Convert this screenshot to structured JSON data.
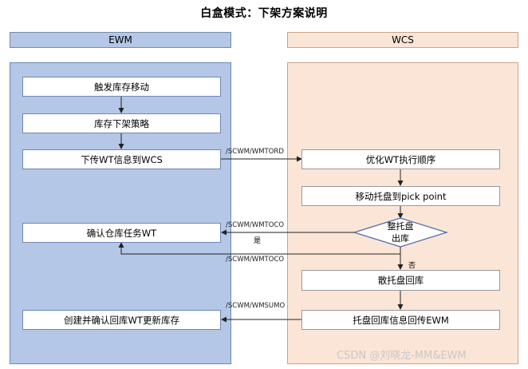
{
  "title": "白盒模式：下架方案说明",
  "lanes": {
    "ewm": "EWM",
    "wcs": "WCS"
  },
  "ewm_steps": [
    "触发库存移动",
    "库存下架策略",
    "下传WT信息到WCS",
    "确认仓库任务WT",
    "创建并确认回库WT更新库存"
  ],
  "wcs_steps": [
    "优化WT执行顺序",
    "移动托盘到pick point",
    "散托盘回库",
    "托盘回库信息回传EWM"
  ],
  "decision": {
    "line1": "整托盘",
    "line2": "出库",
    "yes": "是",
    "no": "否"
  },
  "interfaces": {
    "wmtord": "/SCWM/WMTORD",
    "wmtoco_1": "/SCWM/WMTOCO",
    "wmtoco_2": "/SCWM/WMTOCO",
    "wmsumo": "/SCWM/WMSUMO"
  },
  "watermark": "CSDN @刘晓龙-MM&EWM",
  "colors": {
    "ewm_lane": "#b4c7e7",
    "wcs_lane": "#fbe5d6",
    "box": "#ffffff"
  }
}
